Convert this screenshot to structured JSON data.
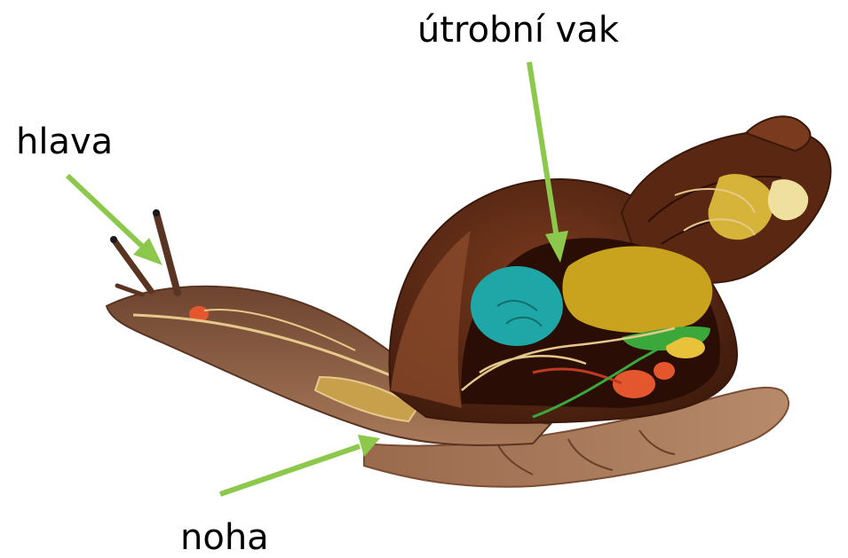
{
  "labels": {
    "head": "hlava",
    "visceral_sac": "útrobní vak",
    "foot": "noha"
  },
  "colors": {
    "arrow": "#8cc84b",
    "body": "#8a5a3c",
    "shell": "#5a2a14",
    "nerve": "#e6c98a",
    "lung": "#1fa6a6",
    "digestive": "#c9a21e",
    "gonad": "#e4572e",
    "intestine": "#3aa83a"
  },
  "icons": [
    "snail-illustration",
    "pointer-arrow"
  ]
}
